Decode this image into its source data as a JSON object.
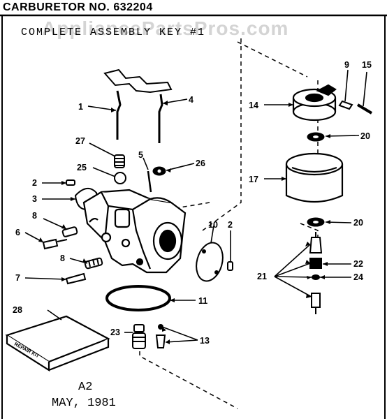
{
  "header": {
    "title": "CARBURETOR NO.  632204",
    "subtitle": "COMPLETE ASSEMBLY KEY #1",
    "watermark": "AppliancePartsPros.com"
  },
  "footer": {
    "code": "A2",
    "date": "MAY, 1981"
  },
  "repair_kit_label": "REPAIR KIT",
  "callouts": [
    "1",
    "2",
    "3",
    "4",
    "5",
    "6",
    "7",
    "8",
    "9",
    "10",
    "11",
    "13",
    "14",
    "15",
    "17",
    "20",
    "21",
    "22",
    "23",
    "24",
    "26",
    "27",
    "28"
  ]
}
